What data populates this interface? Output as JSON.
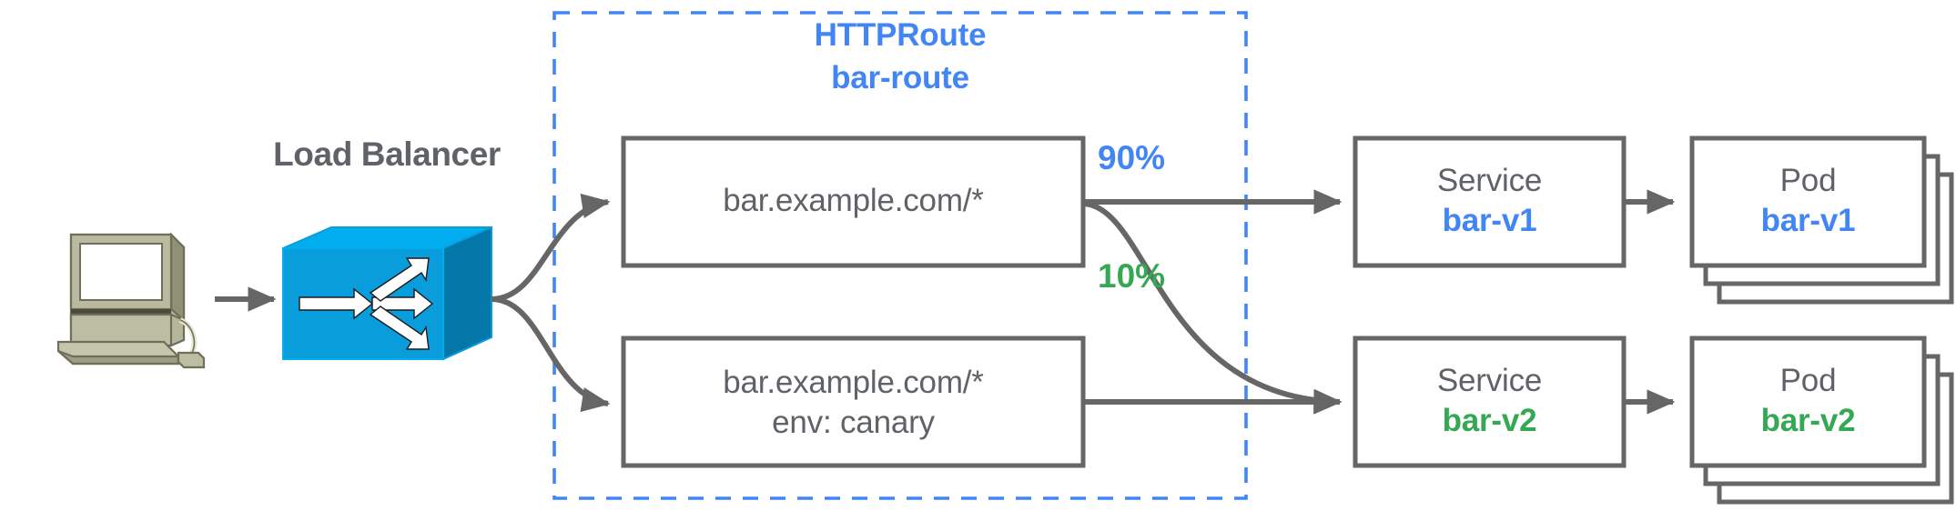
{
  "diagram": {
    "title": "HTTPRoute canary traffic splitting diagram",
    "colors": {
      "blue": "#4285f4",
      "green": "#34a853",
      "gray": "#5f6368",
      "line": "#666666",
      "lb_blue": "#0a9ddb",
      "client_olive": "#adae8e"
    }
  },
  "client": {
    "icon": "desktop-computer-icon"
  },
  "load_balancer": {
    "label": "Load Balancer",
    "icon": "load-balancer-icon"
  },
  "httproute": {
    "kind_label": "HTTPRoute",
    "name_label": "bar-route",
    "rules": [
      {
        "line1": "bar.example.com/*",
        "line2": ""
      },
      {
        "line1": "bar.example.com/*",
        "line2": "env: canary"
      }
    ]
  },
  "weights": [
    {
      "value": "90%",
      "color": "blue"
    },
    {
      "value": "10%",
      "color": "green"
    }
  ],
  "services": [
    {
      "kind": "Service",
      "name": "bar-v1",
      "color": "blue"
    },
    {
      "kind": "Service",
      "name": "bar-v2",
      "color": "green"
    }
  ],
  "pods": [
    {
      "kind": "Pod",
      "name": "bar-v1",
      "color": "blue",
      "replicas": 3
    },
    {
      "kind": "Pod",
      "name": "bar-v2",
      "color": "green",
      "replicas": 3
    }
  ]
}
